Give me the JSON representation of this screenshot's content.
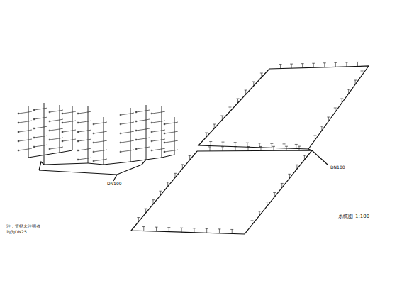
{
  "diagram": {
    "labels": [
      "DN100",
      "DN100",
      "系统图",
      "1:100",
      "注：管径未注明者",
      "均为DN25"
    ]
  }
}
